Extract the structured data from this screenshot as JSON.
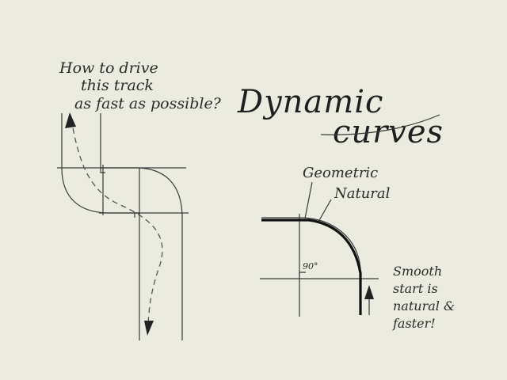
{
  "title": {
    "line1": "Dynamic",
    "line2": "curves"
  },
  "question": {
    "line1": "How to drive",
    "line2": "this track",
    "line3": "as fast as possible?"
  },
  "curve_labels": {
    "geometric": "Geometric",
    "natural": "Natural",
    "angle": "90°"
  },
  "note": {
    "line1": "Smooth",
    "line2": "start is",
    "line3": "natural &",
    "line4": "faster!"
  },
  "colors": {
    "paper": "#ebebdf",
    "ink": "#222222"
  }
}
